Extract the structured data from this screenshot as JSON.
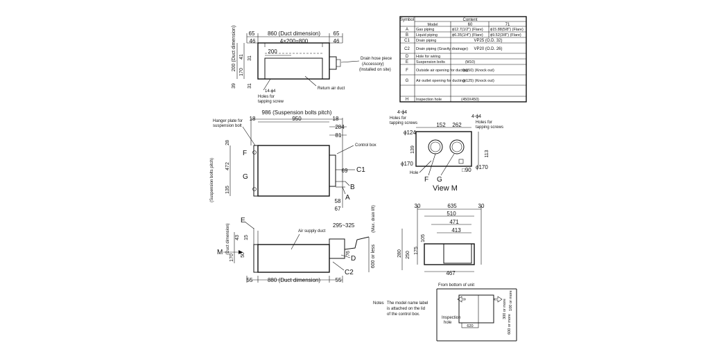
{
  "top_view": {
    "duct_width": "860 (Duct dimension)",
    "side_left": "65",
    "side_right": "65",
    "inner_left": "46",
    "inner_right": "46",
    "pitch": "4×200=800",
    "first_span": "200",
    "height_total": "200 (Duct dimension)",
    "h41": "41",
    "h170": "170",
    "h31a": "31",
    "h31b": "31",
    "h39": "39",
    "drain_hose": [
      "Drain hose piece",
      "(Accessory)",
      "(Installed on site)"
    ],
    "holes": [
      "14-ϕ4",
      "Holes for",
      "tapping screw"
    ],
    "return_air": "Return air duct"
  },
  "table": {
    "col_symbol": "Symbol",
    "col_content": "Content",
    "col_model": "Model",
    "col_60": "60",
    "col_71": "71",
    "rows": [
      {
        "sym": "A",
        "item": "Gas piping",
        "v60": "ϕ12.7(1/2\") (Flare)",
        "v71": "ϕ15.88(5/8\") (Flare)"
      },
      {
        "sym": "B",
        "item": "Liquid piping",
        "v60": "ϕ6.35(1/4\") (Flare)",
        "v71": "ϕ9.52(3/8\") (Flare)"
      },
      {
        "sym": "C1",
        "item": "Drain piping",
        "span": "VP25 (O.D. 32)"
      },
      {
        "sym": "C2",
        "item": "Drain piping (Gravity drainage)",
        "span": "VP20 (O.D. 26)"
      },
      {
        "sym": "D",
        "item": "Hole for wiring",
        "span": ""
      },
      {
        "sym": "E",
        "item": "Suspension bolts",
        "span": "(M10)"
      },
      {
        "sym": "F",
        "item": "Outside air opening for ducting",
        "span": "(ϕ150) (Knock out)"
      },
      {
        "sym": "G",
        "item": "Air outlet opening for ducting",
        "span": "(ϕ125) (Knock out)"
      },
      {
        "sym": "H",
        "item": "Inspection hole",
        "span": "(450X450)"
      }
    ]
  },
  "plan_view": {
    "pitch": "986 (Suspension bolts pitch)",
    "w950": "950",
    "d18a": "18",
    "d18b": "18",
    "d284": "284",
    "d81": "81",
    "d28": "28",
    "d472": "472",
    "d135": "135",
    "d69": "69",
    "d58": "58",
    "d67": "67",
    "hanger": [
      "Hanger plate for",
      "suspension bolt"
    ],
    "control_box": "Control box",
    "bolt_side": "(Suspension bolts pitch)",
    "lbl_f": "F",
    "lbl_g": "G",
    "lbl_c1": "C1",
    "lbl_b": "B",
    "lbl_a": "A"
  },
  "view_m": {
    "title": "View M",
    "left_holes": [
      "4-ϕ4",
      "Holes for",
      "tapping screws"
    ],
    "right_holes": [
      "4-ϕ4",
      "Holes for",
      "tapping screws"
    ],
    "d124": "ϕ124",
    "d152": "152",
    "d262": "262",
    "d139": "139",
    "d113": "113",
    "d170a": "ϕ170",
    "d170b": "ϕ170",
    "d90": "□90",
    "hole": "Hole",
    "lbl_f": "F",
    "lbl_g": "G"
  },
  "front_view": {
    "lbl_e": "E",
    "lbl_m": "M",
    "duct_side": "(Duct dimension)",
    "h43": "43",
    "h15": "15",
    "h170": "170",
    "h50": "50",
    "air_supply": "Air supply duct",
    "d295": "295~325",
    "max_drain": "(Max. drain lift)",
    "lift": "600 or less",
    "d76": "76",
    "lbl_d": "D",
    "lbl_c2": "C2",
    "bottom": "880 (Duct dimension)",
    "b55a": "55",
    "b55b": "55"
  },
  "side_view": {
    "d635": "635",
    "d30a": "30",
    "d30b": "30",
    "d510": "510",
    "d471": "471",
    "d413": "413",
    "d280": "280",
    "d250": "250",
    "d175": "175",
    "d105": "105",
    "d467": "467"
  },
  "bottom_view": {
    "title": "From bottom of unit",
    "inspection": [
      "Inspection",
      "hole"
    ],
    "d620": "620",
    "d100": "100 or more",
    "d300": "300 or more",
    "d600": "600 or more"
  },
  "notes": {
    "label": "Notes",
    "text": [
      "The model name label",
      "is attached on the lid",
      "of the control box."
    ]
  }
}
